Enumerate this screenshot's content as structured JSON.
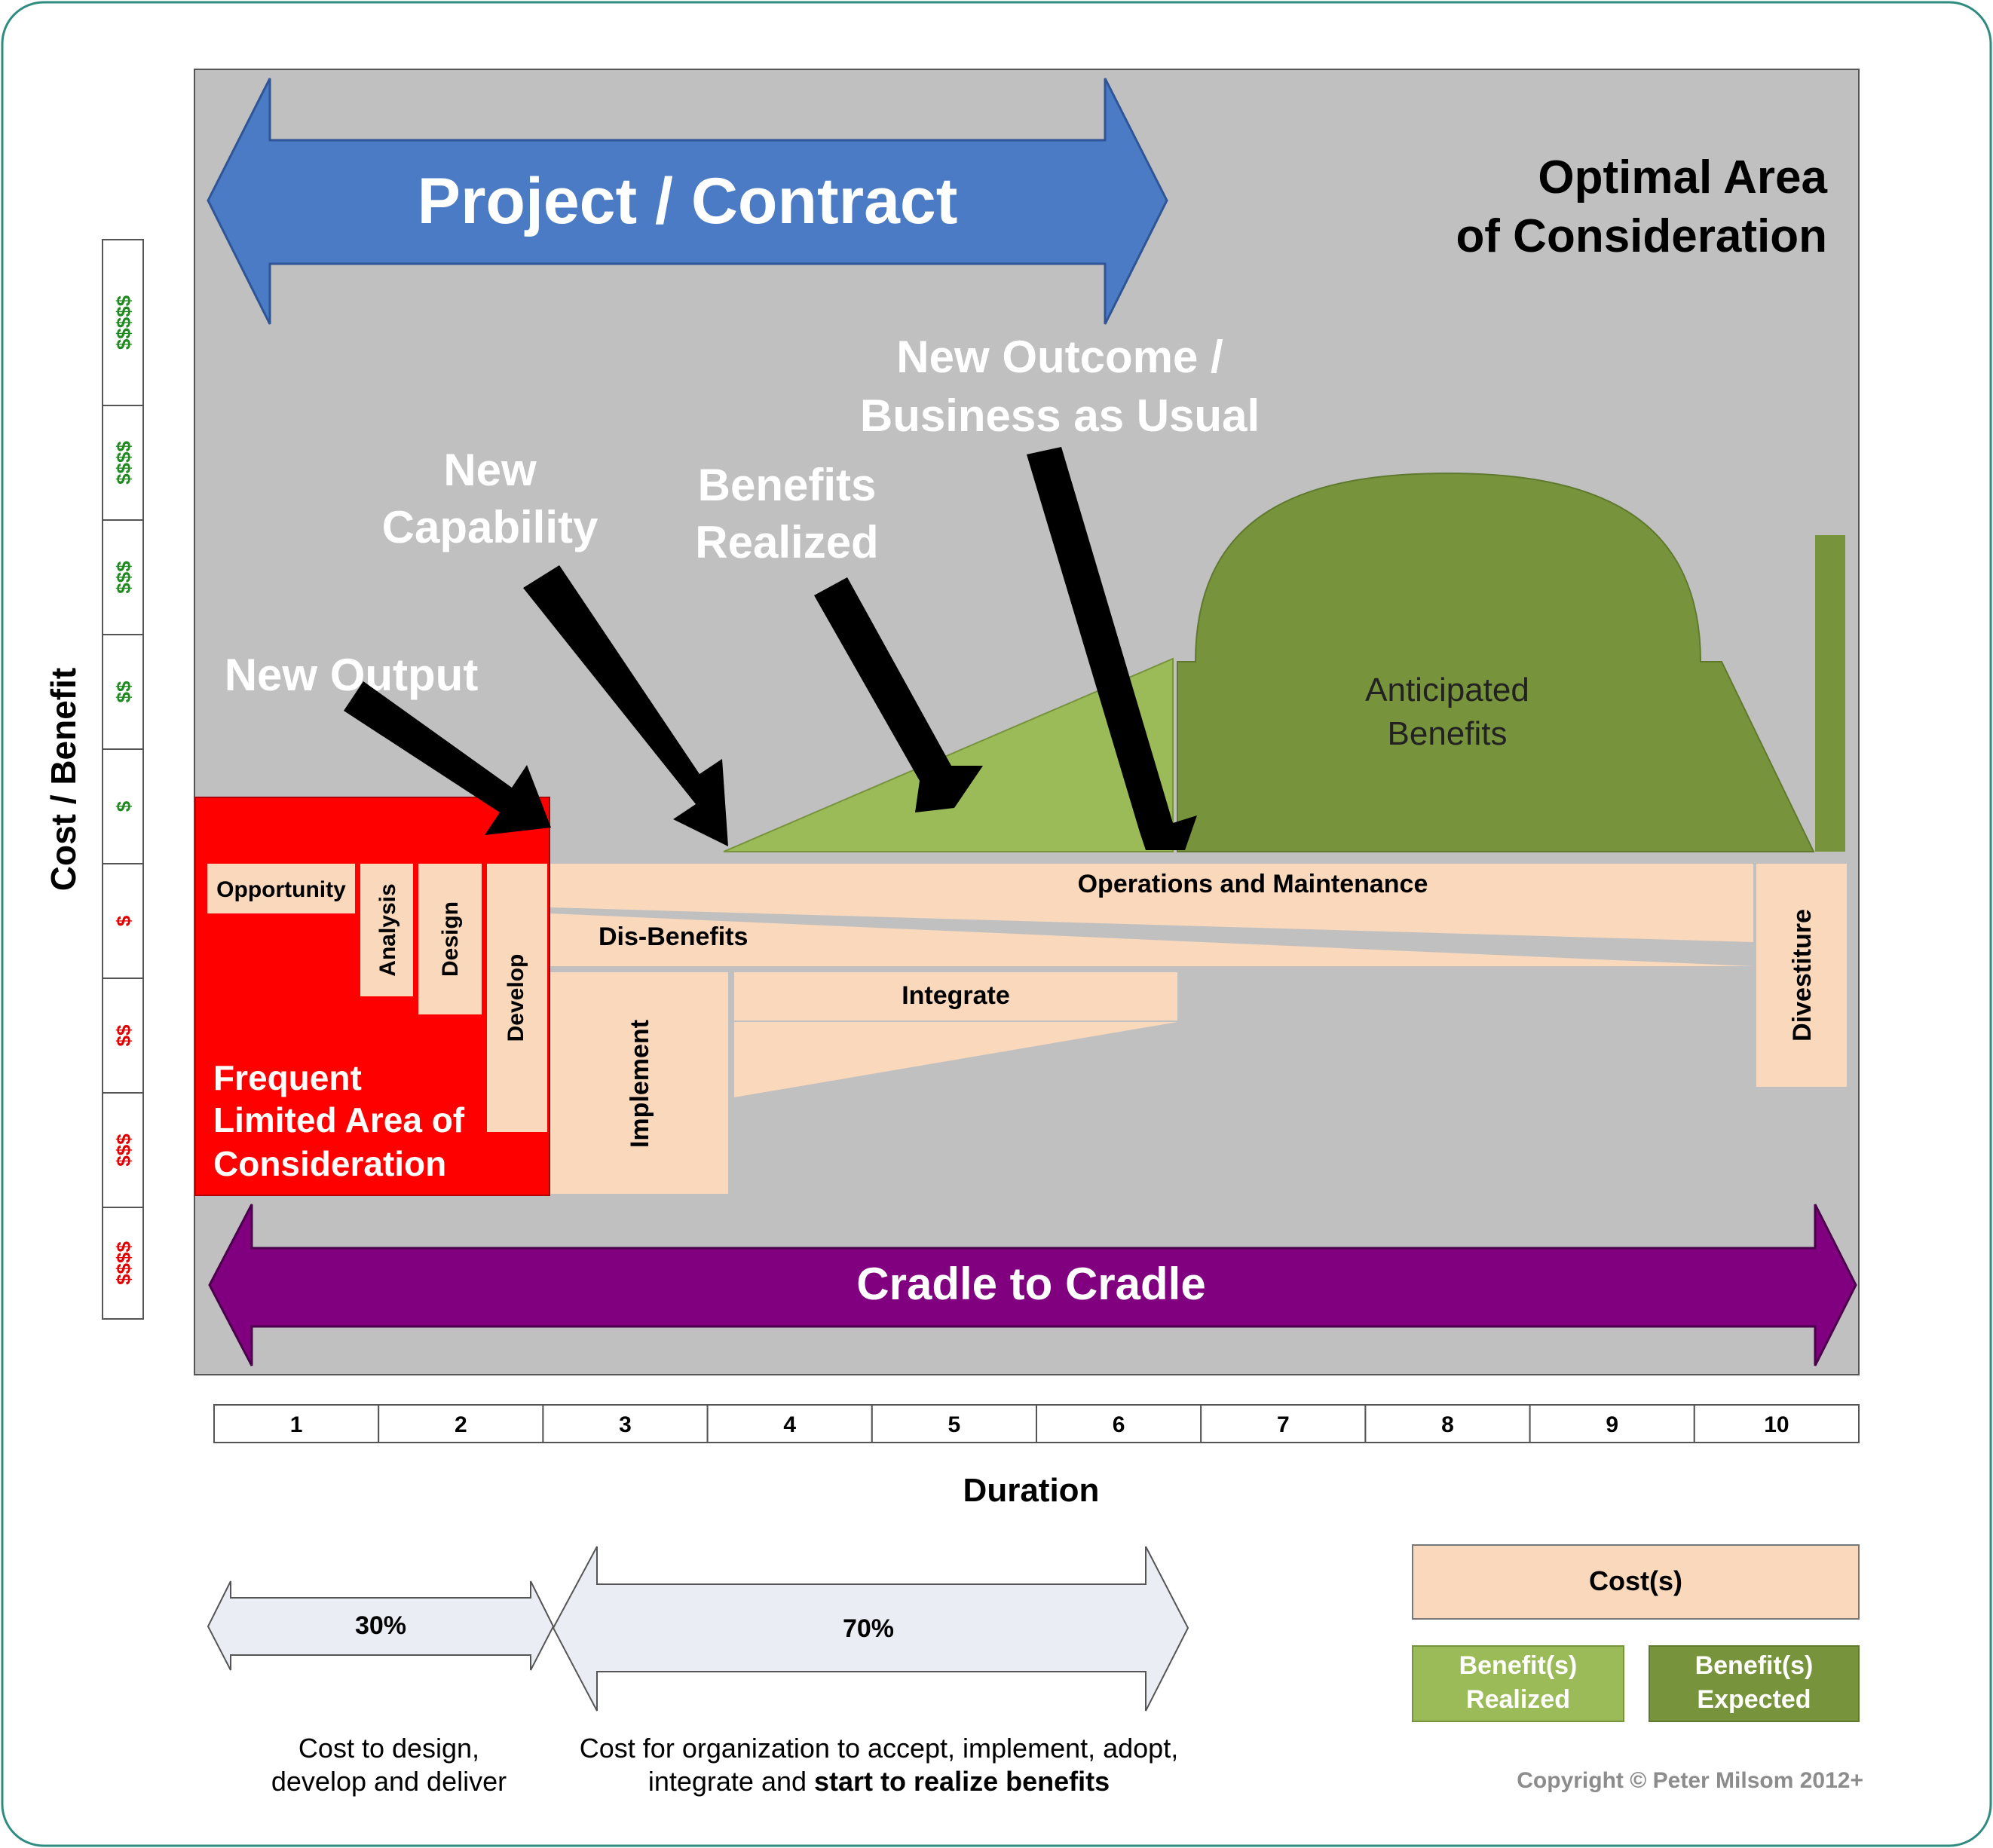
{
  "title": {
    "project": "Project / Contract",
    "optimal": [
      "Optimal Area",
      "of Consideration"
    ],
    "cradle": "Cradle to Cradle",
    "frequent": [
      "Frequent",
      "Limited Area of",
      "Consideration"
    ]
  },
  "milestones": {
    "new_output": "New Output",
    "new_capability": [
      "New",
      "Capability"
    ],
    "benefits_realized": [
      "Benefits",
      "Realized"
    ],
    "new_outcome": [
      "New Outcome /",
      "Business as Usual"
    ]
  },
  "phases": {
    "opportunity": "Opportunity",
    "analysis": "Analysis",
    "design": "Design",
    "develop": "Develop",
    "implement": "Implement",
    "integrate": "Integrate",
    "operations": "Operations and Maintenance",
    "dis_benefits": "Dis-Benefits",
    "divestiture": "Divestiture",
    "anticipated": [
      "Anticipated",
      "Benefits"
    ]
  },
  "y_axis": {
    "label": "Cost / Benefit",
    "benefit_ticks": [
      "$$$$$",
      "$$$$",
      "$$$",
      "$$",
      "$"
    ],
    "cost_ticks": [
      "$",
      "$$",
      "$$$",
      "$$$$"
    ]
  },
  "x_axis": {
    "label": "Duration",
    "ticks": [
      "1",
      "2",
      "3",
      "4",
      "5",
      "6",
      "7",
      "8",
      "9",
      "10"
    ]
  },
  "split": {
    "left_pct": "30%",
    "right_pct": "70%",
    "left_desc": [
      "Cost to design,",
      "develop and deliver"
    ],
    "right_desc_line1": "Cost for organization to accept, implement, adopt,",
    "right_desc_line2_a": "integrate and ",
    "right_desc_line2_b": "start to realize benefits"
  },
  "legend": {
    "costs": "Cost(s)",
    "realized": [
      "Benefit(s)",
      "Realized"
    ],
    "expected": [
      "Benefit(s)",
      "Expected"
    ]
  },
  "copyright": "Copyright © Peter Milsom 2012+",
  "colors": {
    "background": "#c0c0c0",
    "project_arrow": "#4a7bc4",
    "cradle_arrow": "#800080",
    "frequent_area": "#ff0000",
    "cost": "#f9d8bc",
    "benefit_realized": "#9bbb59",
    "benefit_expected": "#77933c",
    "frame": "#2e8b7f"
  }
}
